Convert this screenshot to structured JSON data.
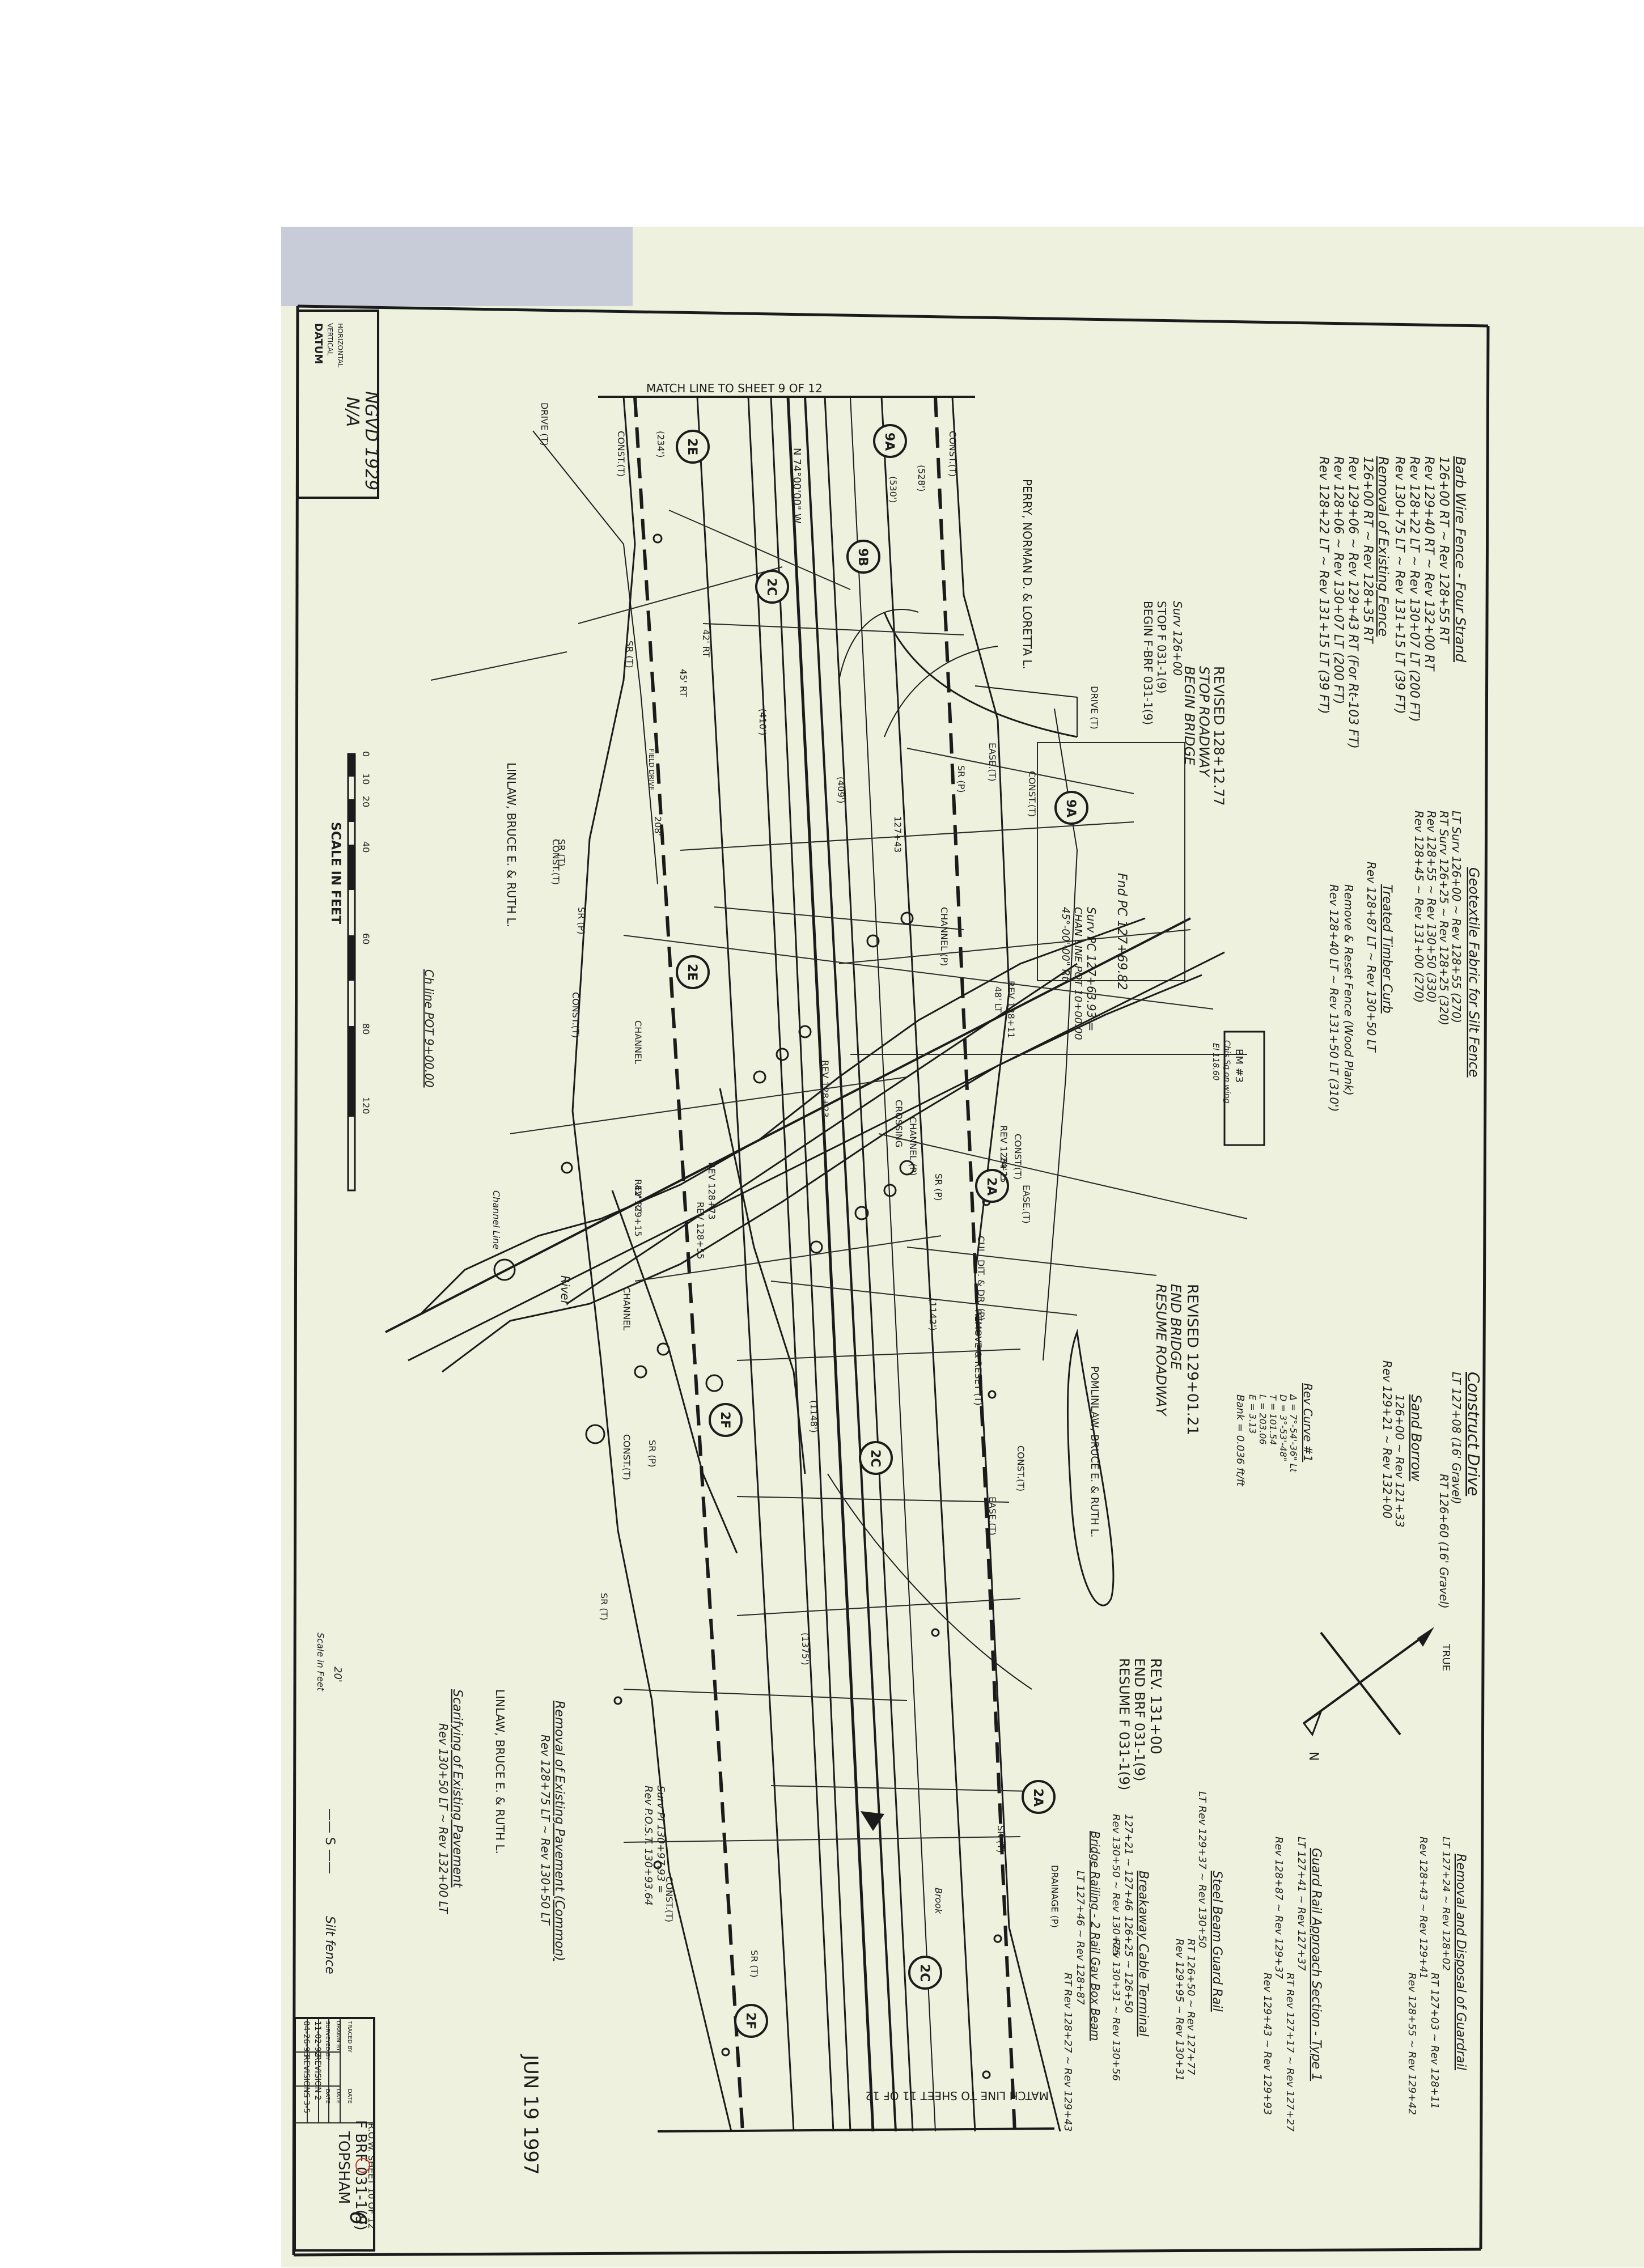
{
  "sheet": {
    "paper_color": "#eef1de",
    "ink_color": "#1b1b1b",
    "datum": {
      "heading": "DATUM",
      "vertical_label": "VERTICAL",
      "horizontal_label": "HORIZONTAL",
      "vertical": "NGVD 1929",
      "horizontal": "N/A"
    },
    "match_line_top": "MATCH LINE        TO SHEET 9  OF 12",
    "match_line_bottom": "MATCH LINE        TO SHEET 11  OF 12",
    "scale_bar": {
      "ticks": [
        "0",
        "10",
        "20",
        "40",
        "60",
        "80",
        "120"
      ],
      "label": "SCALE IN FEET"
    },
    "stamp_date": "JUN 19 1997",
    "silt_fence_legend": {
      "symbol": "—— S ——",
      "label": "Silt fence"
    },
    "scale_note": {
      "value": "20'",
      "label": "Scale in Feet"
    },
    "title_block": {
      "revisions": [
        {
          "date": "04-26-93",
          "text": "REVISIONS  3-5"
        },
        {
          "date": "11-02-92",
          "text": "REVISION  2"
        }
      ],
      "fields": [
        "SURVEYED BY",
        "DRAWN BY",
        "TRACED BY",
        "DATE",
        "DATE",
        "DATE"
      ],
      "town": "TOPSHAM",
      "project": "F  BRF 031-1(9)",
      "sheet_ref": "R.O.W. SHEET 10 OF 12",
      "handwritten_mark": "6"
    },
    "owners": [
      "PERRY, NORMAN D. & LORETTA L.",
      "LINLAW, BRUCE E. & RUTH L.",
      "POMLINLAW, BRUCE E. & RUTH L.",
      "LINLAW, BRUCE E. & RUTH L."
    ],
    "notes_top": [
      {
        "heading": "Barb Wire Fence - Four Strand",
        "lines": [
          "126+00 RT ~ Rev 128+55 RT",
          "Rev 129+40 RT ~ Rev 132+00 RT",
          "Rev 128+22 LT ~ Rev 130+07 LT (200 FT)",
          "Rev 130+75 LT ~ Rev 131+15 LT (39 FT)"
        ]
      },
      {
        "heading": "Removal of Existing Fence",
        "lines": [
          "126+00 RT ~ Rev 128+35 RT",
          "Rev 129+06 ~ Rev 129+43 RT (For Rt-103 FT)",
          "Rev 128+06 ~ Rev 130+07 LT (200 FT)",
          "Rev 128+22 LT ~ Rev 131+15 LT (39 FT)"
        ]
      },
      {
        "heading": "Geotextile Fabric for Silt Fence",
        "lines": [
          "LT  Surv 126+00 ~ Rev 128+55 (270)",
          "RT  Surv 126+25 ~ Rev 128+25 (320)",
          "Rev 128+55 ~ Rev 130+50 (330)",
          "Rev 128+45 ~ Rev 131+00 (270)"
        ]
      },
      {
        "heading": "Treated Timber Curb",
        "lines": [
          "Rev 128+87 LT ~ Rev 130+50 LT"
        ]
      },
      {
        "heading": "Remove & Reset Fence (Wood Plank)",
        "lines": [
          "Rev 128+40 LT ~ Rev 131+50 LT (310')"
        ]
      }
    ],
    "notes_right": [
      {
        "heading": "Construct Drive",
        "lines": [
          "LT 127+08 (16' Gravel)",
          "RT 126+60 (16' Gravel)"
        ]
      },
      {
        "heading": "Sand Borrow",
        "lines": [
          "126+00 ~ Rev 121+33",
          "Rev 129+21 ~ Rev 132+00"
        ]
      },
      {
        "heading": "Rev Curve #1",
        "lines": [
          "Δ = 7°-54'-36\" Lt",
          "D = 3°-53'-48\"",
          "T = 101.54",
          "L = 203.06",
          "E = 3.13",
          "Bank = 0.036 ft/ft"
        ]
      },
      {
        "heading": "Removal and Disposal of Guardrail",
        "lines": [
          "LT 127+24 ~ Rev 128+02",
          "RT 127+03 ~ Rev 128+11",
          "Rev 128+43 ~ Rev 129+41",
          "Rev 128+55 ~ Rev 129+42"
        ]
      },
      {
        "heading": "Guard Rail Approach Section - Type 1",
        "lines": [
          "LT 127+41 ~ Rev 127+37",
          "RT Rev 127+17 ~ Rev 127+27",
          "Rev 128+87 ~ Rev 129+37",
          "Rev 129+43 ~ Rev 129+93"
        ]
      },
      {
        "heading": "Steel Beam Guard Rail",
        "lines": [
          "LT Rev 129+37 ~ Rev 130+50",
          "RT 126+50 ~ Rev 127+77",
          "Rev 129+95 ~ Rev 130+31"
        ]
      },
      {
        "heading": "Breakaway Cable Terminal",
        "lines": [
          "127+21 ~ 127+46",
          "126+25 ~ 126+50",
          "Rev 130+50 ~ Rev 130+75",
          "Rev 130+31 ~ Rev 130+56"
        ]
      },
      {
        "heading": "Bridge Railing - 2 Rail Gav Box Beam",
        "lines": [
          "LT 127+46 ~ Rev 128+87",
          "RT Rev 128+27 ~ Rev 129+43"
        ]
      },
      {
        "heading": "Removal of Existing Pavement (Common)",
        "lines": [
          "Rev 128+75 LT ~ Rev 130+50 LT"
        ]
      },
      {
        "heading": "Scarifying of Existing Pavement",
        "lines": [
          "Rev 130+50 LT ~ Rev 132+00 LT"
        ]
      }
    ],
    "station_notes": [
      {
        "lines": [
          "Surv 126+00",
          "STOP F 031-1(9)",
          "BEGIN F-BRF 031-1(9)"
        ]
      },
      {
        "lines": [
          "REVISED 128+12.77",
          "STOP ROADWAY",
          "BEGIN BRIDGE"
        ]
      },
      {
        "lines": [
          "REVISED 129+01.21",
          "END BRIDGE",
          "RESUME ROADWAY"
        ]
      },
      {
        "lines": [
          "REV. 131+00",
          "END BRF 031-1(9)",
          "RESUME F 031-1(9)"
        ]
      },
      {
        "lines": [
          "Surv PI 130+97.93 =",
          "Rev P.O.S.T. 130+93.64"
        ]
      },
      {
        "lines": [
          "Fnd PC 127+69.82"
        ]
      },
      {
        "lines": [
          "Surv PC 127+63.93 =",
          "CHAN LINE POT 10+00.00",
          "45°-00'-00\" Rt"
        ]
      },
      {
        "lines": [
          "BM #3",
          "Chis Sq on wing",
          "El 118.60"
        ]
      },
      {
        "lines": [
          "Ch line POT 9+00.00"
        ]
      }
    ],
    "callout_circles": [
      "2E",
      "9A",
      "9B",
      "2C",
      "9A",
      "2E",
      "2A",
      "2F",
      "2C",
      "2A",
      "2C",
      "2F"
    ],
    "labels": [
      "DRIVE (T)",
      "CONST.(T)",
      "SR (T)",
      "SR (P)",
      "EASE.(T)",
      "CONST (T)",
      "CHANNEL (P)",
      "CHANNEL",
      "CROSSING",
      "REMOVE & RESET (T)",
      "CUL. DIT. & DR. (P)",
      "DRAINAGE (P)",
      "FIELD DRIVE",
      "N 74°00'00\" W",
      "(528')",
      "(530')",
      "(410')",
      "(409')",
      "(1142')",
      "(1148')",
      "(1375')",
      "(234')",
      "127+43",
      "REV 128+11",
      "REV 128+23",
      "REV 128+25",
      "REV 128+73",
      "REV 129+15",
      "REV 128+55",
      "48' LT",
      "24' LT",
      "42' RT",
      "45' RT",
      "208'",
      "Channel Line",
      "Brook",
      "River",
      "TRUE"
    ]
  }
}
